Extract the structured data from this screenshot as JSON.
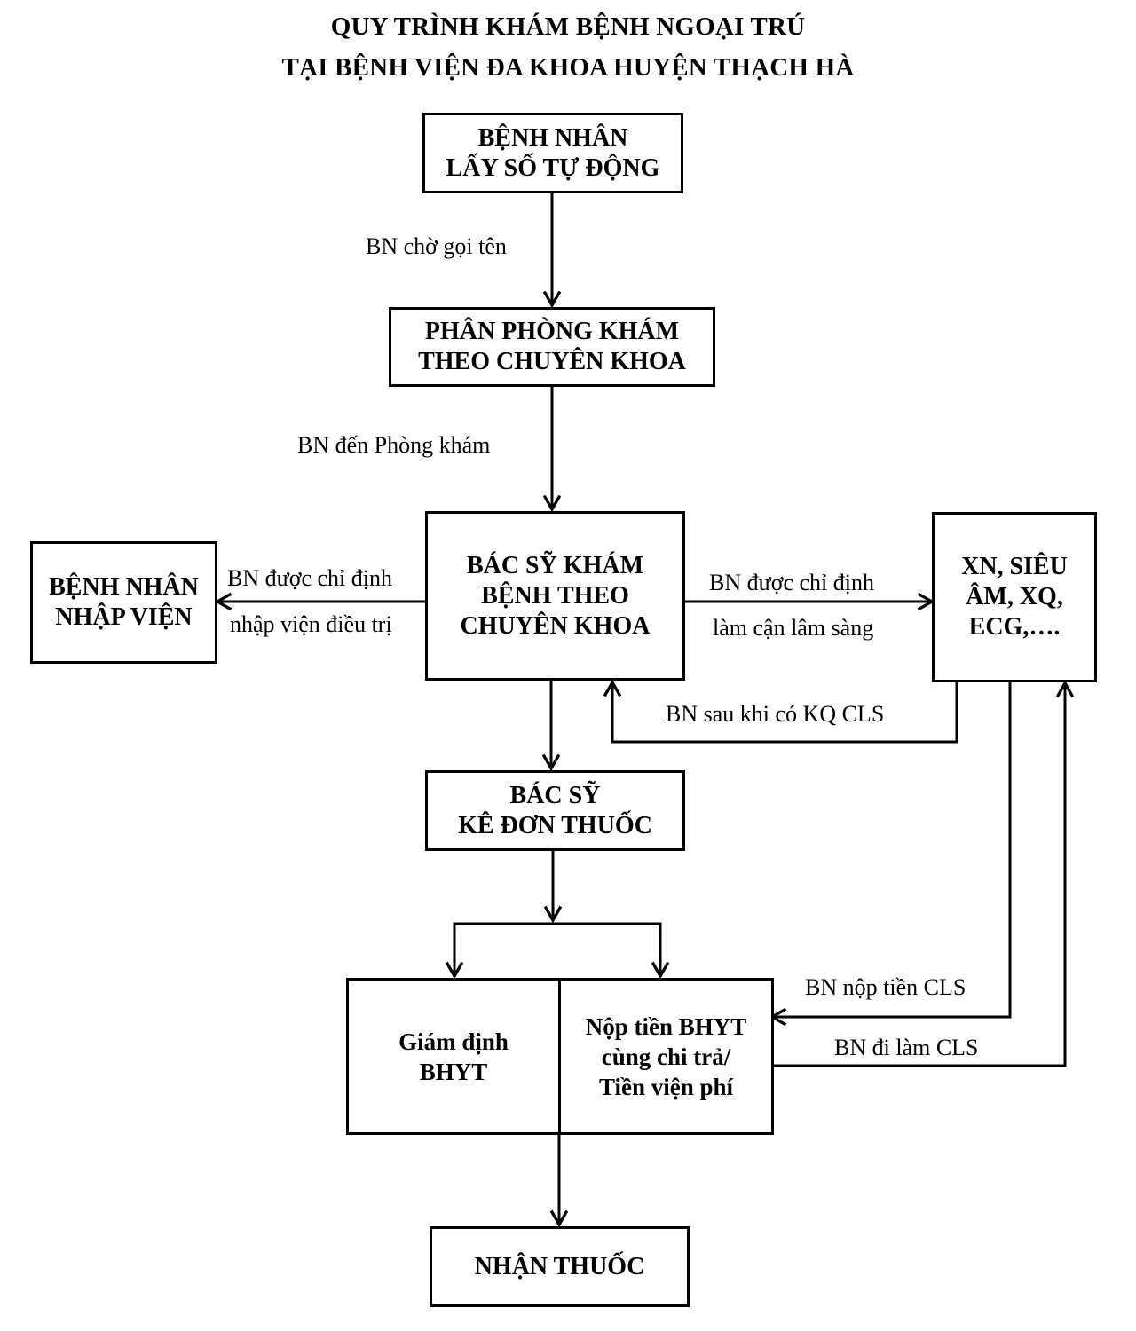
{
  "title": {
    "line1": "QUY TRÌNH KHÁM BỆNH NGOẠI TRÚ",
    "line2": "TẠI BỆNH VIỆN ĐA KHOA HUYỆN THẠCH HÀ"
  },
  "nodes": {
    "take_number": [
      "BỆNH NHÂN",
      "LẤY SỐ TỰ ĐỘNG"
    ],
    "assign_room": [
      "PHÂN PHÒNG KHÁM",
      "THEO CHUYÊN KHOA"
    ],
    "doctor_exam": [
      "BÁC SỸ KHÁM",
      "BỆNH THEO",
      "CHUYÊN KHOA"
    ],
    "admission": [
      "BỆNH NHÂN",
      "NHẬP VIỆN"
    ],
    "tests": [
      "XN, SIÊU",
      "ÂM, XQ,",
      "ECG,…."
    ],
    "prescription": [
      "BÁC SỸ",
      "KÊ ĐƠN THUỐC"
    ],
    "insurance_check": [
      "Giám định",
      "BHYT"
    ],
    "payment": [
      "Nộp tiền BHYT",
      "cùng chi trả/",
      "Tiền viện phí"
    ],
    "receive_medicine": [
      "NHẬN THUỐC"
    ]
  },
  "edge_labels": {
    "wait_call": "BN chờ gọi tên",
    "to_clinic": "BN đến Phòng khám",
    "admit_line1": "BN được chỉ định",
    "admit_line2": "nhập viện điều trị",
    "cls_line1": "BN được chỉ định",
    "cls_line2": "làm cận lâm sàng",
    "after_cls": "BN sau khi có KQ CLS",
    "pay_cls": "BN nộp tiền CLS",
    "go_cls": "BN đi làm CLS"
  }
}
